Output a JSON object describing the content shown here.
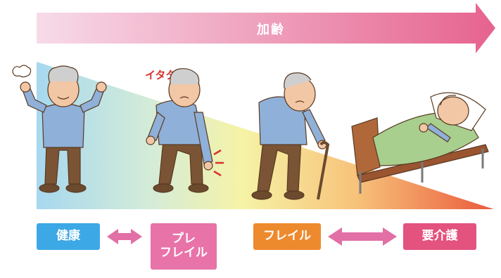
{
  "header_arrow": {
    "label": "加齢",
    "color_start": "#f6d7e6",
    "color_end": "#e6638f"
  },
  "stages": [
    {
      "label_lines": [
        "健康"
      ],
      "color": "#3da8e6"
    },
    {
      "label_lines": [
        "プレ",
        "フレイル"
      ],
      "color": "#e873a8"
    },
    {
      "label_lines": [
        "フレイル"
      ],
      "color": "#ee8a2e"
    },
    {
      "label_lines": [
        "要介護"
      ],
      "color": "#e4527f"
    }
  ],
  "connector_color": "#e26fa5",
  "annotations": {
    "pain_text": "イタタタ"
  },
  "figures": [
    "healthy-elder-flexing",
    "elder-knee-pain",
    "elder-with-cane",
    "elder-in-bed"
  ]
}
